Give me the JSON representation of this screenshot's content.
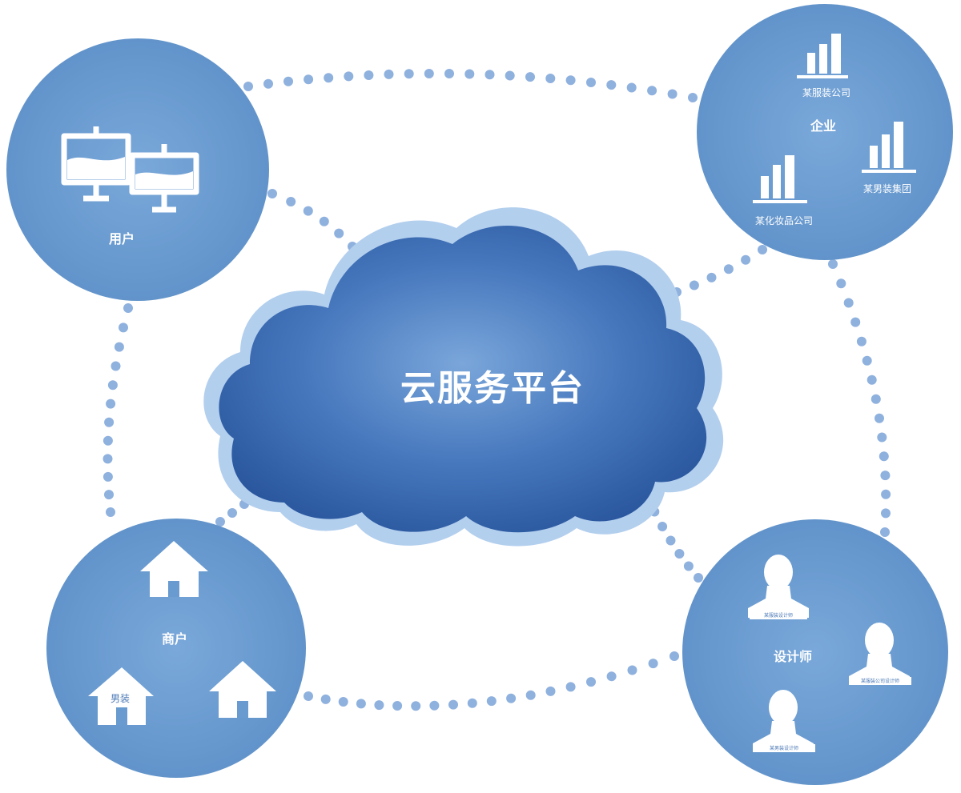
{
  "center": {
    "label": "云服务平台"
  },
  "nodes": {
    "user": {
      "label": "用户"
    },
    "enterprise": {
      "label": "企业",
      "companies": [
        "某服装公司",
        "某男装集团",
        "某化妆品公司"
      ]
    },
    "merchant": {
      "label": "商户",
      "shop_label": "男装"
    },
    "designer": {
      "label": "设计师",
      "badge_texts": [
        "某服装设计师",
        "某服装公司设计师",
        "某男装设计师"
      ]
    }
  },
  "colors": {
    "circle": "#6a9bd0",
    "dots": "#8fb1de",
    "cloud_outer": "#aac8ea",
    "cloud_inner_dark": "#2c5aa0",
    "cloud_inner_light": "#6d9bd4",
    "icon": "#ffffff"
  },
  "icons": {
    "user": "monitor-icon",
    "enterprise": "bar-chart-icon",
    "merchant": "house-icon",
    "designer": "person-silhouette-icon"
  }
}
